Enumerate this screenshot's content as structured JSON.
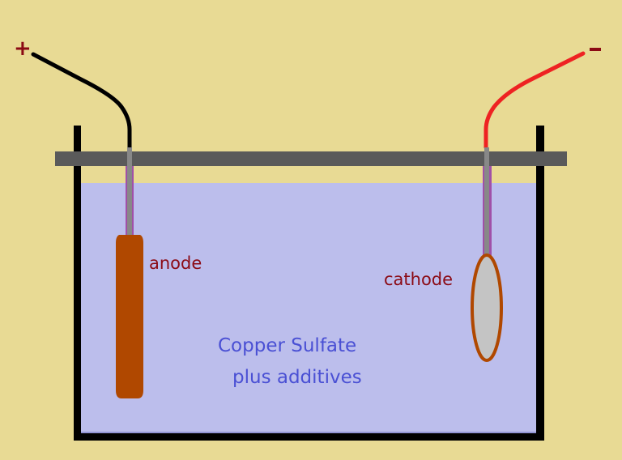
{
  "diagram": {
    "title": "Copper electroplating cell",
    "labels": {
      "positive_terminal": "+",
      "negative_terminal": "–",
      "anode": "anode",
      "cathode": "cathode",
      "electrolyte_line1": "Copper Sulfate",
      "electrolyte_line2": "plus additives"
    },
    "colors": {
      "background": "#e8da94",
      "electrolyte": "#bcbeec",
      "tank": "#000000",
      "support_bar": "#5a5a5a",
      "anode": "#b04800",
      "cathode_fill": "#c4c4c4",
      "cathode_outline": "#b04800",
      "positive_wire": "#000000",
      "negative_wire": "#ee2222",
      "rod_core": "#888888",
      "rod_sheath": "#a050a8",
      "label_dark_red": "#8b0a14",
      "label_blue": "#4a50d4"
    }
  }
}
